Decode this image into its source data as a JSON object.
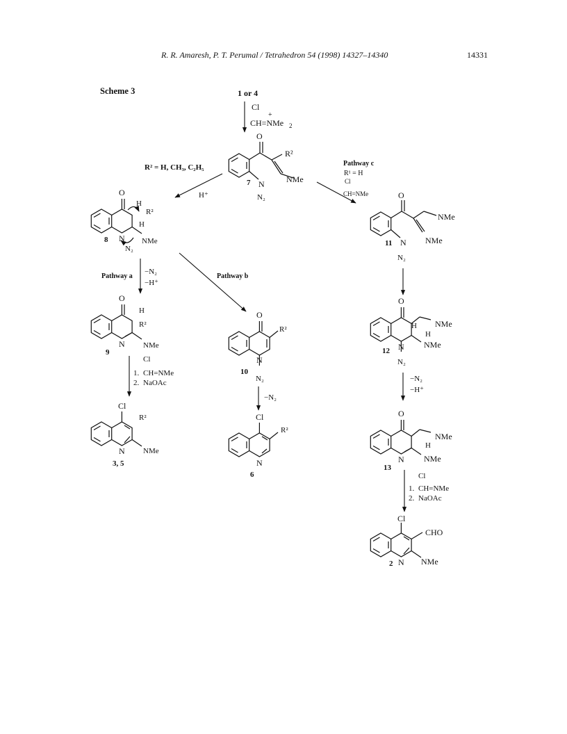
{
  "header": {
    "journal": "R. R. Amaresh, P. T. Perumal / Tetrahedron 54 (1998) 14327–14340",
    "page": "14331"
  },
  "scheme_title": "Scheme 3",
  "labels": {
    "start": "1 or 4",
    "reagent_cl": "Cl",
    "reagent_ch": "CH=NMe",
    "plus": "+",
    "sub2": "2",
    "nme2": "NMe",
    "r2_cond": "R² = H, CH₃, C₂H₅",
    "h_plus": "H⁺",
    "pathway_a": "Pathway a",
    "pathway_b": "Pathway b",
    "pathway_c": "Pathway c",
    "r1_h": "R¹ = H",
    "minus_n2": "−N₂",
    "minus_hplus": "−H⁺",
    "step1": "1.",
    "step2": "2.",
    "naoac": "NaOAc",
    "o": "O",
    "n": "N",
    "h": "H",
    "r2": "R²",
    "cl": "Cl",
    "cho": "CHO",
    "n2plus": "N₂",
    "c7": "7",
    "c8": "8",
    "c9": "9",
    "c10": "10",
    "c11": "11",
    "c12": "12",
    "c13": "13",
    "c35": "3, 5",
    "c6": "6",
    "c2": "2"
  }
}
